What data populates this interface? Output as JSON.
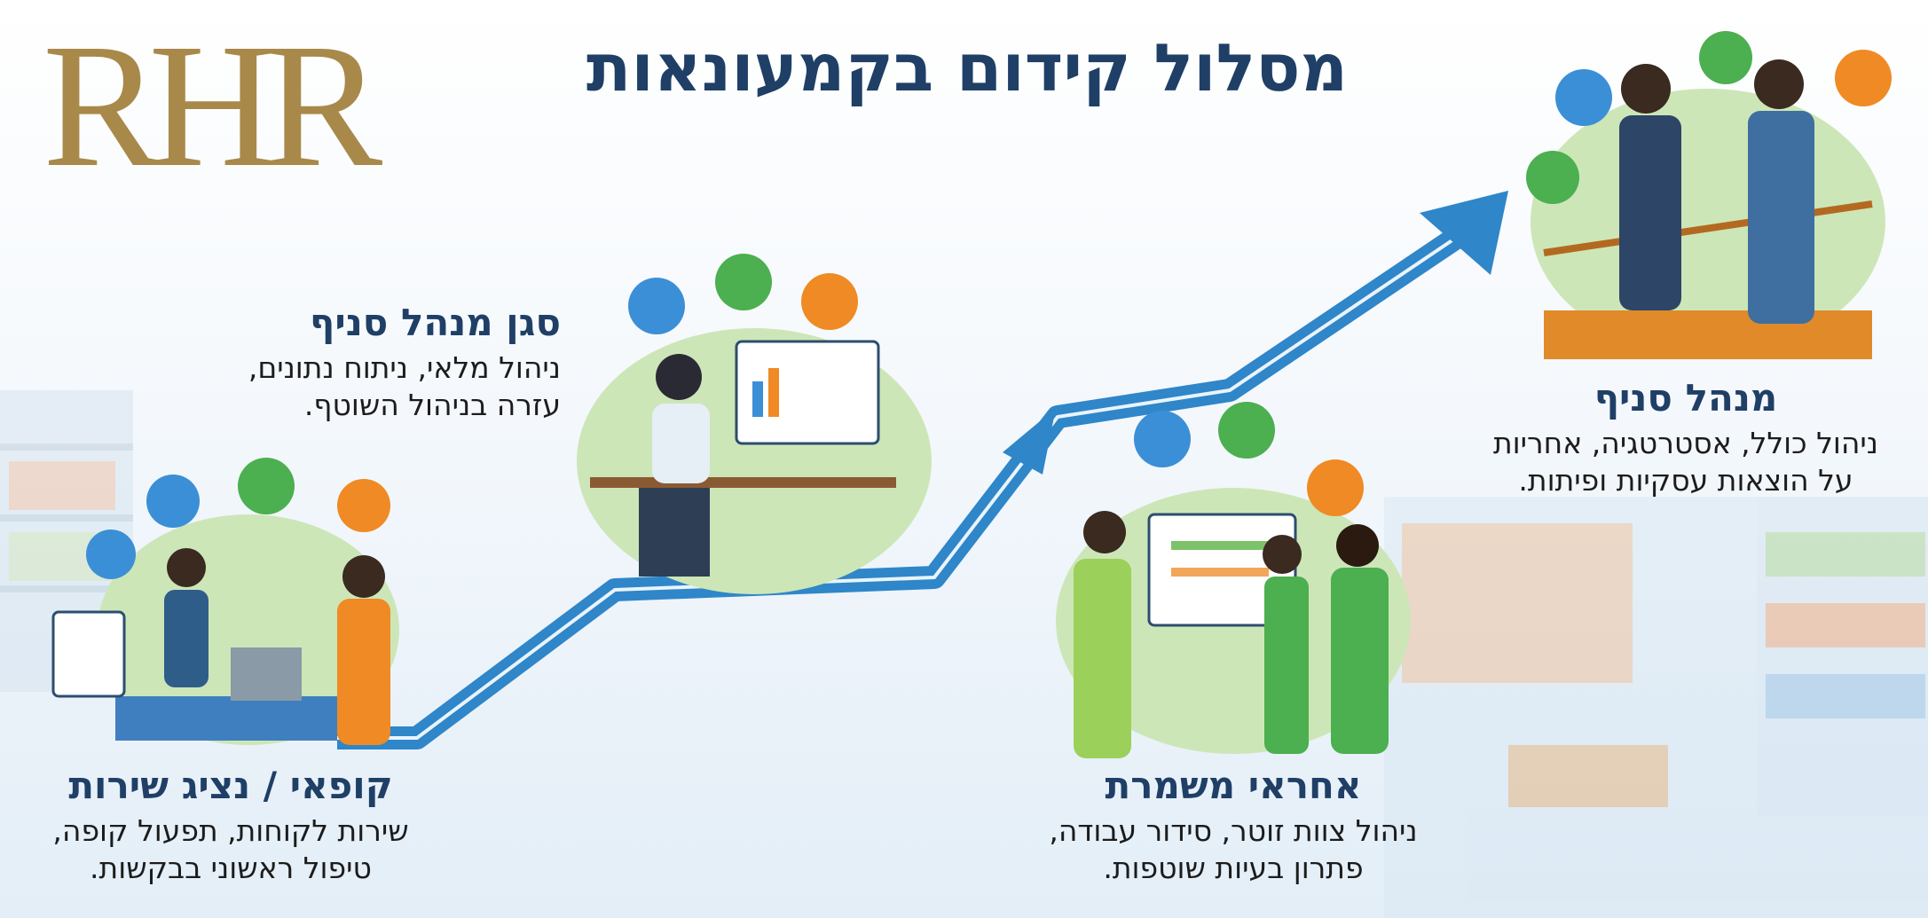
{
  "logo": {
    "text": "RHR",
    "color": "#a8894a"
  },
  "title": "מסלול קידום בקמעונאות",
  "colors": {
    "title": "#1f3f66",
    "arrow": "#2f86c9",
    "bubble": "#cde6b8",
    "icon_blue": "#3b8fd6",
    "icon_green": "#4caf50",
    "icon_orange": "#f08a24"
  },
  "stages": [
    {
      "title": "קופאי / נציג שירות",
      "lines": [
        "שירות לקוחות, תפעול קופה,",
        "טיפול ראשוני בבקשות."
      ],
      "icons": [
        "dollar-hand-icon",
        "money-icon",
        "chat-icon",
        "headset-agent-icon",
        "basket-icon"
      ]
    },
    {
      "title": "אחראי משמרת",
      "lines": [
        "ניהול צוות זוטר, סידור עבודה,",
        "פתרון בעיות שוטפות."
      ],
      "icons": [
        "team-icon",
        "calendar-icon",
        "gear-icon"
      ]
    },
    {
      "title": "סגן מנהל סניף",
      "lines": [
        "ניהול מלאי, ניתוח נתונים,",
        "עזרה בניהול השוטף."
      ],
      "icons": [
        "inventory-box-icon",
        "bar-chart-icon",
        "report-icon"
      ]
    },
    {
      "title": "מנהל סניף",
      "lines": [
        "ניהול כולל, אסטרטגיה, אחריות",
        "על הוצאות עסקיות ופיתות."
      ],
      "icons": [
        "growth-chart-icon",
        "group-icon",
        "target-icon",
        "meeting-icon"
      ]
    }
  ]
}
